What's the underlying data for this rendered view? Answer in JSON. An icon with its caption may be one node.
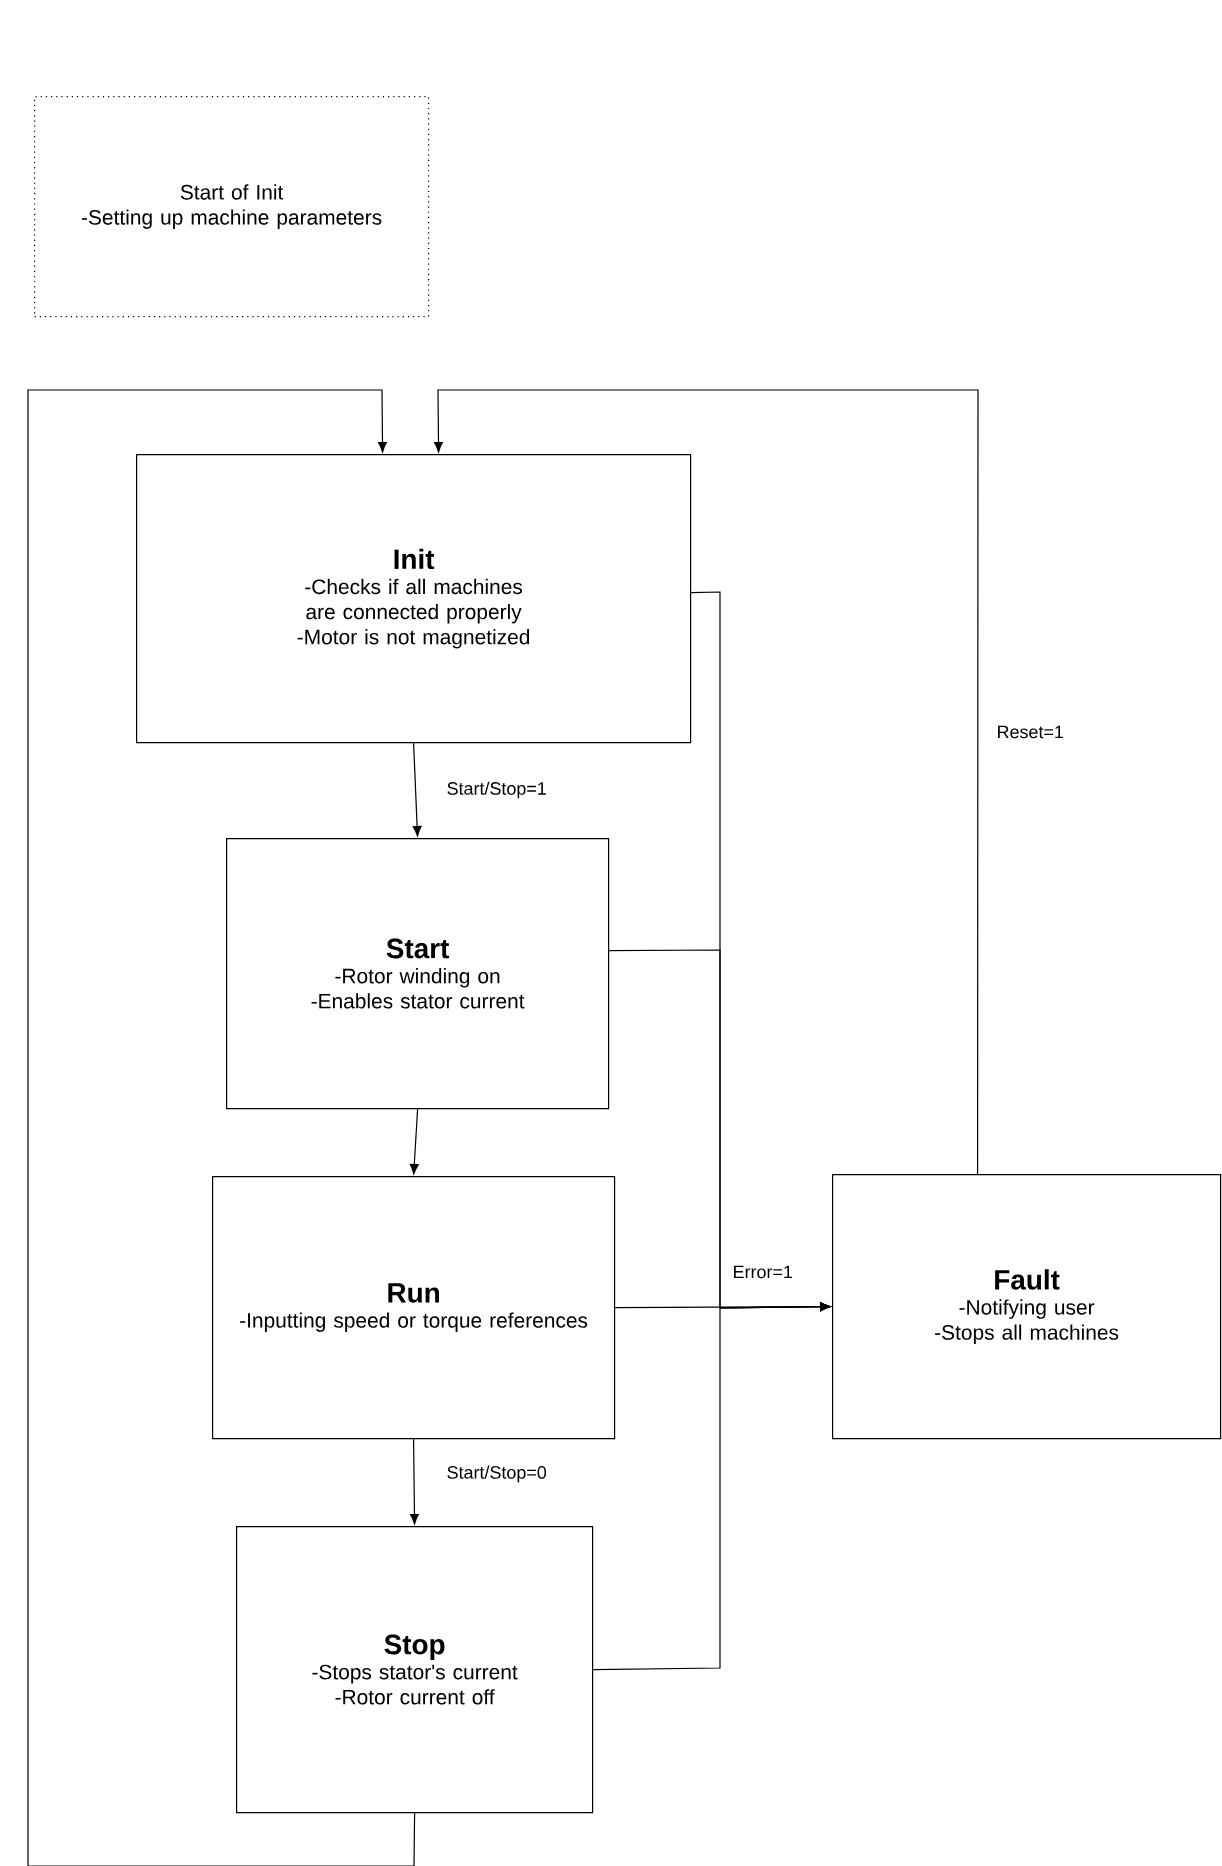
{
  "diagram": {
    "nodes": [
      {
        "text": [
          "Start of Init",
          "-Setting up machine parameters"
        ]
      },
      {
        "text": [
          "Init",
          "-Checks if all machines are connected properly",
          "-Motor is not magnetized"
        ]
      },
      {
        "text": [
          "Start",
          "-Rotor winding on",
          "-Enables stator current"
        ]
      },
      {
        "text": [
          "Run",
          "-Inputting speed or torque references"
        ]
      },
      {
        "text": [
          "Stop",
          "-Stops stator's current",
          "-Rotor current off"
        ]
      },
      {
        "text": [
          "Fault",
          "-Notifying user",
          "-Stops all machines"
        ]
      }
    ],
    "edges": [
      {
        "from": 1,
        "to": 2,
        "arrow": "to",
        "label": "Start/Stop=1"
      },
      {
        "from": 2,
        "to": 3,
        "arrow": "to"
      },
      {
        "from": 3,
        "to": 4,
        "arrow": "to",
        "label": "Start/Stop=0"
      },
      {
        "from": 1,
        "to": 5,
        "arrow": "to"
      },
      {
        "from": 2,
        "to": 5,
        "arrow": "to"
      },
      {
        "from": 3,
        "to": 5,
        "arrow": "to",
        "label": "Error=1"
      },
      {
        "from": 4,
        "to": 5,
        "arrow": "to"
      },
      {
        "from": 5,
        "to": 1,
        "arrow": "to",
        "label": "Reset=1"
      },
      {
        "from": 4,
        "to": 1,
        "arrow": "to"
      }
    ]
  }
}
